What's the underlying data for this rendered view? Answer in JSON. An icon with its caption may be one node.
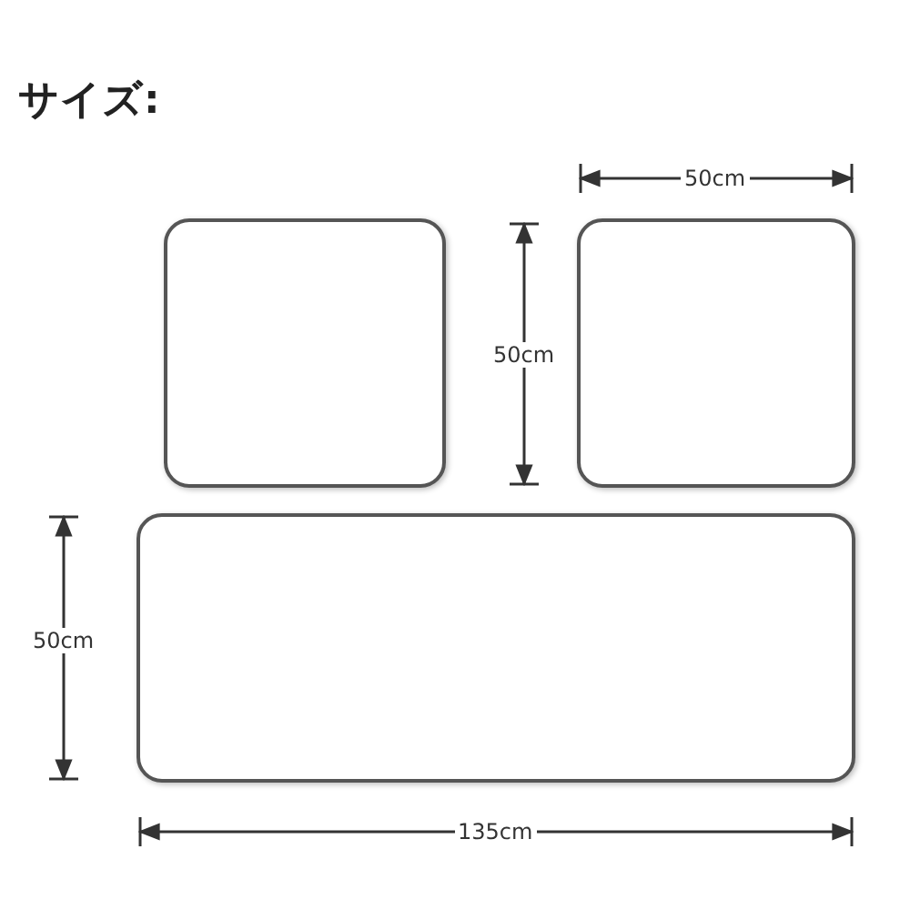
{
  "diagram": {
    "title": "サイズ:",
    "nodes": [
      {
        "text": [],
        "shape": "box"
      },
      {
        "text": [],
        "shape": "box"
      },
      {
        "text": [],
        "shape": "box"
      }
    ],
    "labels": [
      "50cm",
      "50cm",
      "50cm",
      "135cm"
    ]
  }
}
